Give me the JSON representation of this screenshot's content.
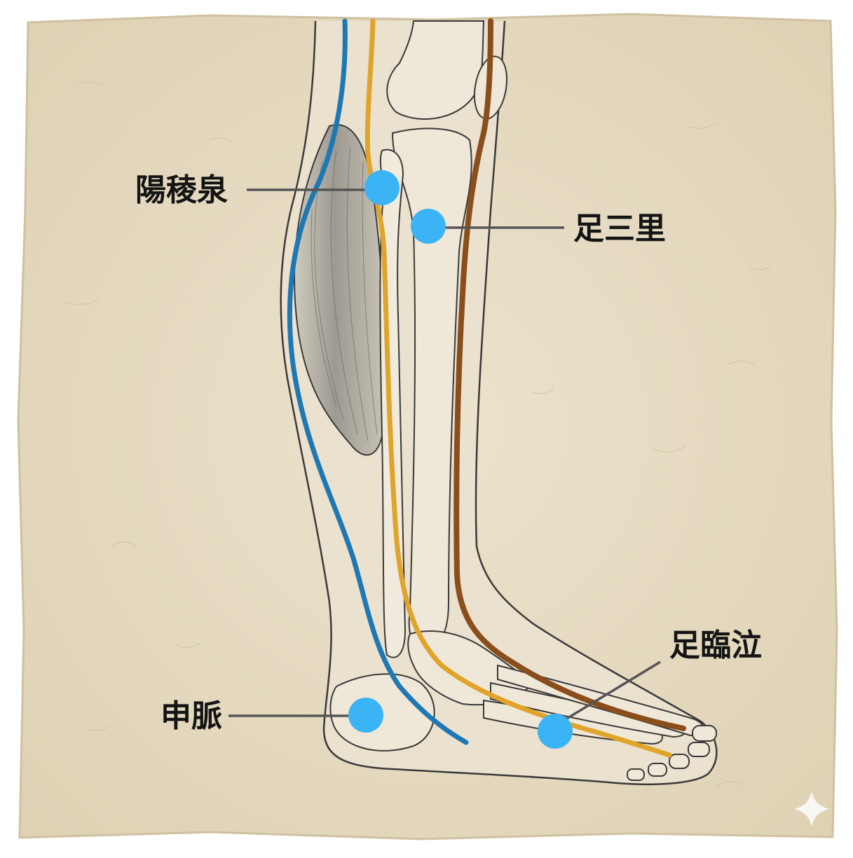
{
  "colors": {
    "paper": "#e9dfc8",
    "paper_edge": "#cdbf9f",
    "meridian_bladder": "#1e78b4",
    "meridian_gallbladder": "#e0a42a",
    "meridian_stomach": "#8a4e1c",
    "acupoint": "#3ab4f5",
    "leader_line": "#555555",
    "label_text": "#141414"
  },
  "acupoints": [
    {
      "id": "yanglingquan",
      "label": "陽稜泉"
    },
    {
      "id": "zusanli",
      "label": "足三里"
    },
    {
      "id": "zulinqi",
      "label": "足臨泣"
    },
    {
      "id": "shenmai",
      "label": "申脈"
    }
  ],
  "icons": [
    "sparkle-icon"
  ]
}
